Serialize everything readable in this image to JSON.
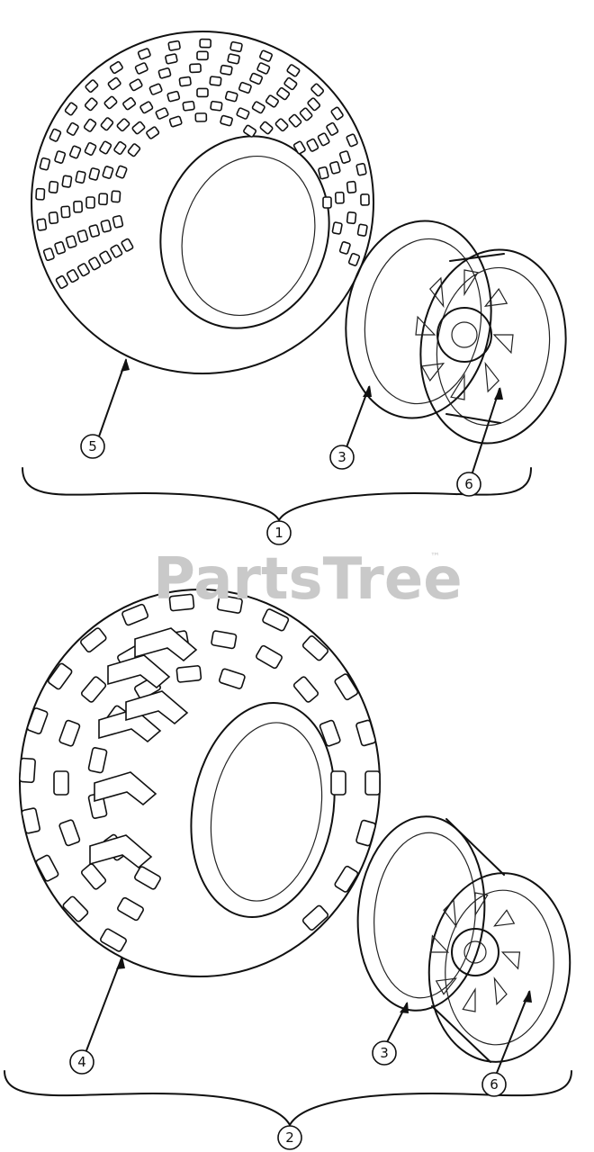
{
  "watermark": {
    "text": "PartsTree",
    "trademark": "™"
  },
  "callouts": {
    "assembly_1": "1",
    "assembly_2": "2",
    "rim_top": "3",
    "rim_bottom": "3",
    "tire_turf": "5",
    "tire_atv": "4",
    "valve_top": "6",
    "valve_bottom": "6"
  }
}
